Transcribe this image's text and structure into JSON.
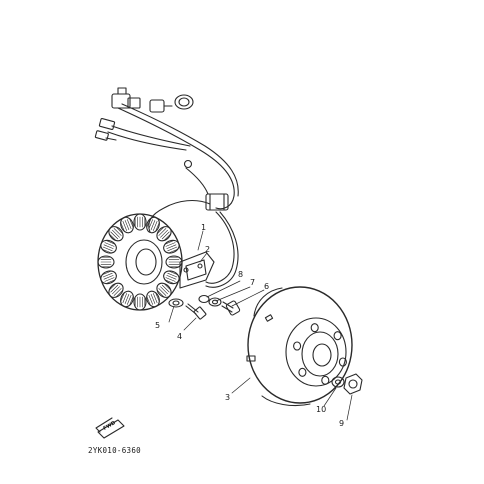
{
  "diagram": {
    "part_number": "2YK010-6360",
    "direction_badge": "FWD",
    "callouts": [
      {
        "id": "c1",
        "text": "1"
      },
      {
        "id": "c2",
        "text": "2"
      },
      {
        "id": "c3",
        "text": "3"
      },
      {
        "id": "c4",
        "text": "4"
      },
      {
        "id": "c5",
        "text": "5"
      },
      {
        "id": "c6",
        "text": "6"
      },
      {
        "id": "c7",
        "text": "7"
      },
      {
        "id": "c8",
        "text": "8"
      },
      {
        "id": "c9",
        "text": "9"
      },
      {
        "id": "c10",
        "text": "10"
      }
    ]
  }
}
